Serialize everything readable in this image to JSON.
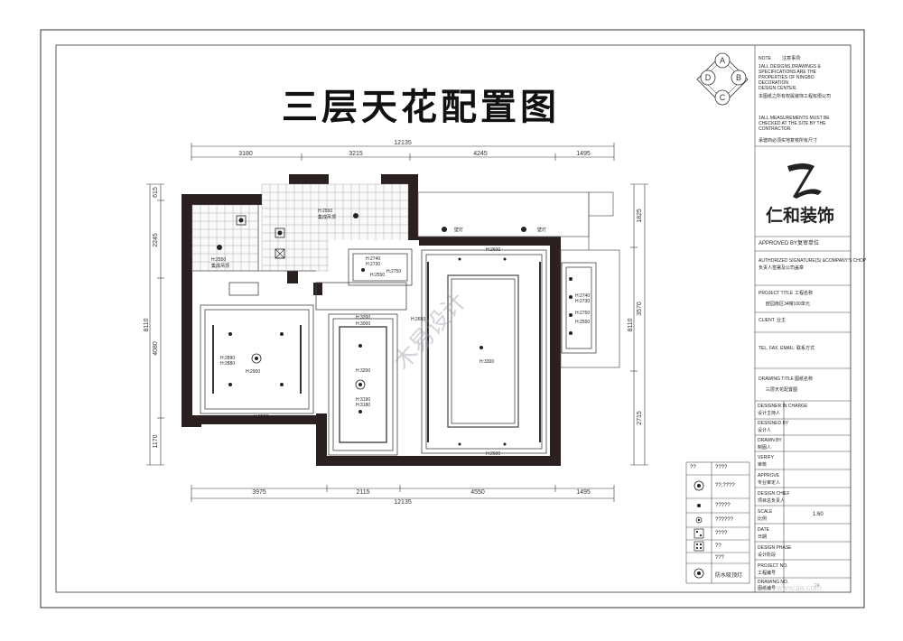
{
  "title": "三层天花配置图",
  "dimensions": {
    "top_total": "12135",
    "top_segments": [
      "3180",
      "3215",
      "4245",
      "1495"
    ],
    "bottom_total": "12135",
    "bottom_segments": [
      "3975",
      "2115",
      "4550",
      "1495"
    ],
    "left_total": "8110",
    "left_segments": [
      "615",
      "2245",
      "4080",
      "1170"
    ],
    "right_total": "8110",
    "right_segments": [
      "1825",
      "3570",
      "2715"
    ]
  },
  "room_labels": {
    "r1_height": "H:2550",
    "r1_name": "集成吊顶",
    "r2_height": "H:2550",
    "r2_name": "集成吊顶",
    "wall_lamp_1": "壁灯",
    "wall_lamp_2": "壁灯",
    "small_a": "H:2740",
    "small_b": "H:2730",
    "small_c": "H:2550",
    "small_d": "H:2750",
    "left_a": "H:2890",
    "left_b": "H:2880",
    "left_c": "H:2900",
    "left_bottom": "H:2600",
    "mid_top_a": "H:3200",
    "mid_top_b": "H:3000",
    "mid_c": "H:3200",
    "mid_d": "H:3190",
    "mid_e": "H:3180",
    "mid_side": "H:2650",
    "big_top": "H:2600",
    "big_center": "H:3300",
    "big_bottom": "H:2600",
    "right_a": "H:2740",
    "right_b": "H:2730",
    "right_c": "H:2750",
    "right_d": "H:2550"
  },
  "compass": [
    "A",
    "B",
    "C",
    "D"
  ],
  "title_block": {
    "note_label": "NOTE",
    "note_cn": "注意事项:",
    "note_en_1": "1ALL DESIGNS,DRAWINGS &\nSPECIFICATIONS ARE THE\nPROPERTIES OF NINGBO\nDECORATION\nDESIGN CENTER.",
    "note_cn_1": "本图纸之所有权属装饰工程有限公司",
    "note_en_2": "1ALL MEASUREMENTS MUST BE\nCHECKED AT THE SITE BY THE\nCONTRACTOR.",
    "note_cn_2": "承建商必须实地复核所有尺寸",
    "company": "仁和装饰",
    "approved": "APPROVED BY复审单位",
    "authorized": "AUTHORIZED SIGNATURE(S) &COMPANY'S CHOP",
    "authorized_cn": "负责人签署及公司盖章",
    "project_title_label": "PROJECT TITLE",
    "project_title_cn": "工程名称",
    "project_title_value": "欧园南区34幢100单元",
    "client_label": "CLIENT",
    "client_cn": "业主",
    "contact": "TEL. FAX. EMAIL: 联系方式",
    "drawing_title_label": "DRAWING TITLE",
    "drawing_title_cn": "图纸名称",
    "drawing_title_value": "三层天花配置图",
    "rows": [
      {
        "en": "DESIGNER IN CHARGE",
        "cn": "设计主持人",
        "val": ""
      },
      {
        "en": "DESIGNED BY",
        "cn": "设计人",
        "val": ""
      },
      {
        "en": "DRAWN BY",
        "cn": "制图人",
        "val": ""
      },
      {
        "en": "VERIFY",
        "cn": "审核",
        "val": ""
      },
      {
        "en": "APPROVE",
        "cn": "专业审定人",
        "val": ""
      },
      {
        "en": "DESIGN CHIEF",
        "cn": "项目总负责人",
        "val": ""
      },
      {
        "en": "SCALE",
        "cn": "比例",
        "val": "1:60"
      },
      {
        "en": "DATE",
        "cn": "日期",
        "val": ""
      },
      {
        "en": "DESIGN PHASE",
        "cn": "设计阶段",
        "val": ""
      },
      {
        "en": "PROJECT NO.",
        "cn": "工程编号",
        "val": ""
      },
      {
        "en": "DRAWING NO.",
        "cn": "图纸编号",
        "val": "24"
      }
    ]
  },
  "legend": [
    {
      "symbol": "??",
      "text": "????"
    },
    {
      "symbol": "chandelier",
      "text": "??,????"
    },
    {
      "symbol": "spot",
      "text": "?????"
    },
    {
      "symbol": "downlight",
      "text": "??????"
    },
    {
      "symbol": "grille",
      "text": "????"
    },
    {
      "symbol": "fan",
      "text": "??"
    },
    {
      "symbol": "blank",
      "text": "???"
    },
    {
      "symbol": "waterproof",
      "text": "防水吸顶灯"
    }
  ],
  "watermark": "木易设计",
  "watermark_small": "www.jia.com"
}
